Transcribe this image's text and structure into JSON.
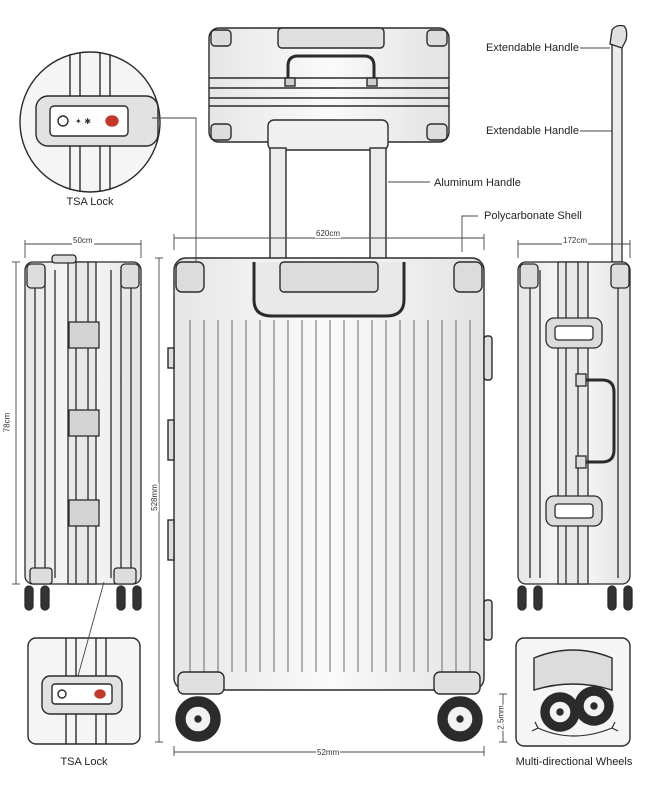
{
  "callouts": {
    "extendable_handle_top": "Extendable Handle",
    "extendable_handle_side": "Extendable Handle",
    "aluminum_handle": "Aluminum Handle",
    "polycarbonate_shell": "Polycarbonate Shell",
    "tsa_lock_top": "TSA Lock",
    "tsa_lock_bottom": "TSA Lock",
    "wheels": "Multi-directional Wheels"
  },
  "dimensions": {
    "left_depth": "50cm",
    "left_height": "78cm",
    "front_width": "620cm",
    "front_height": "528mm",
    "front_base_width": "52mm",
    "wheel_height": "2.5mm",
    "right_depth": "172cm"
  },
  "colors": {
    "line": "#2b2b2b",
    "shell": "#f4f4f4",
    "shade": "#d9d9d9",
    "lock_red": "#c0392b"
  }
}
